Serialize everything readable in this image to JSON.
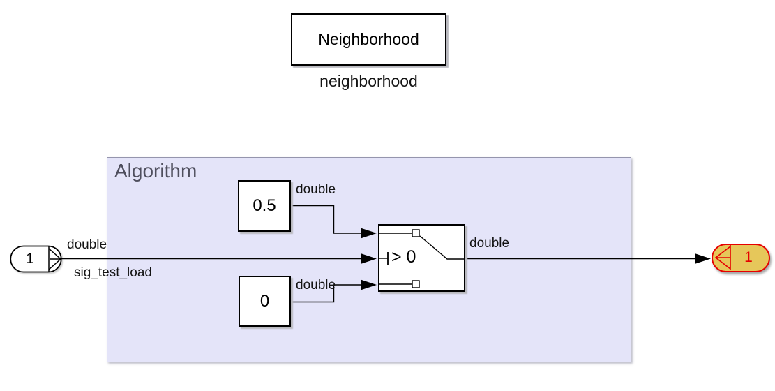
{
  "subsystem": {
    "name": "Neighborhood",
    "label": "neighborhood"
  },
  "area": {
    "title": "Algorithm",
    "fill_color": "#e4e4f9",
    "border_color": "#9595ad",
    "title_color": "#4f4f5e"
  },
  "blocks": {
    "constant_upper": {
      "value": "0.5",
      "out_type": "double"
    },
    "constant_lower": {
      "value": "0",
      "out_type": "double"
    },
    "switch": {
      "criteria": "> 0",
      "out_type": "double"
    }
  },
  "inport": {
    "number": "1",
    "signal_type": "double",
    "signal_name": "sig_test_load"
  },
  "outport": {
    "number": "1",
    "fill_color": "#e6c75a",
    "accent_color": "#e60000"
  },
  "wire_color": "#000000"
}
